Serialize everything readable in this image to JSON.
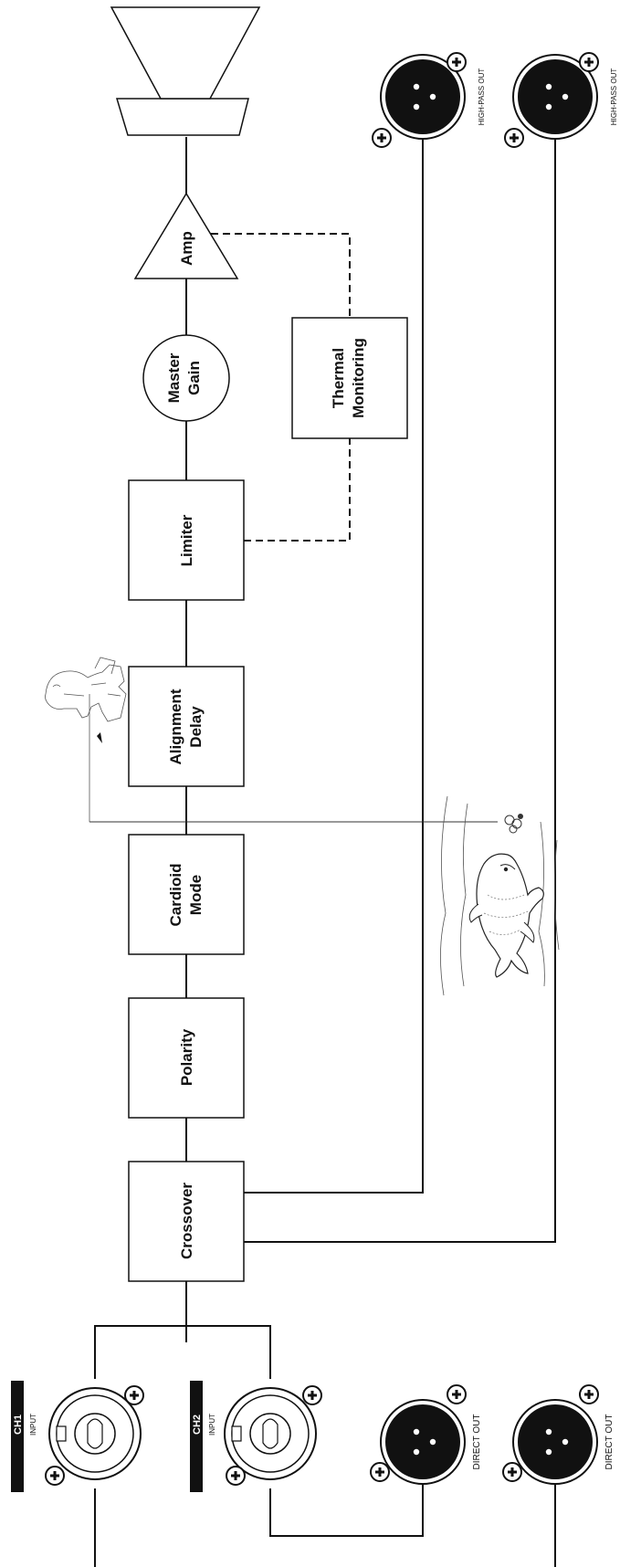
{
  "blocks": {
    "crossover": "Crossover",
    "polarity": "Polarity",
    "cardioid_1": "Cardioid",
    "cardioid_2": "Mode",
    "alignment_1": "Alignment",
    "alignment_2": "Delay",
    "limiter": "Limiter",
    "master_1": "Master",
    "master_2": "Gain",
    "amp": "Amp",
    "thermal_1": "Thermal",
    "thermal_2": "Monitoring"
  },
  "connectors": {
    "high_pass_out": "HIGH-PASS OUT",
    "direct_out": "DIRECT OUT",
    "input": "INPUT",
    "ch1": "CH1",
    "ch2": "CH2"
  },
  "icons": [
    "plus-icon",
    "xlr-connector-icon",
    "combo-jack-icon",
    "loudspeaker-icon",
    "fisherman-icon",
    "fish-icon"
  ]
}
